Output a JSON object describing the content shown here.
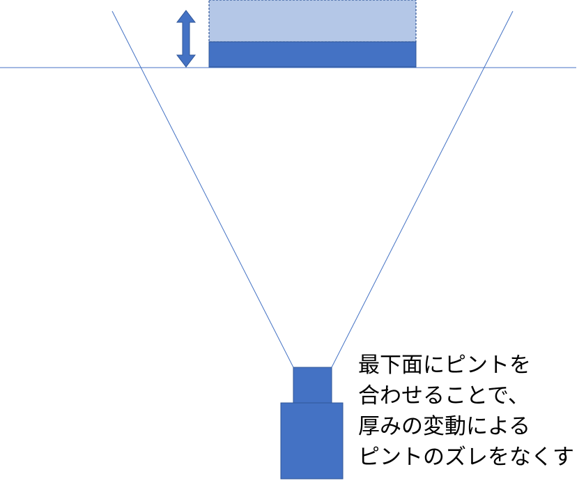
{
  "colors": {
    "accent": "#4472C4",
    "accent_light": "#B4C7E7",
    "line": "#4472C4",
    "text": "#000000",
    "background": "#FFFFFF"
  },
  "caption": {
    "lines": [
      "最下面にピントを",
      "合わせることで、",
      "厚みの変動による",
      "ピントのズレをなくす"
    ]
  }
}
